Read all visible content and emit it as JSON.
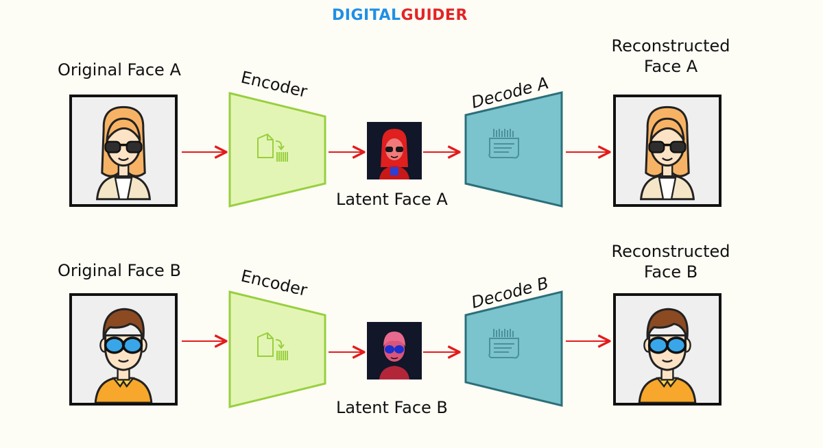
{
  "logo": {
    "part1": "DIGITAL",
    "part2": "GUIDER"
  },
  "rows": [
    {
      "original_label": "Original Face A",
      "encoder_label": "Encoder",
      "latent_label": "Latent Face A",
      "decoder_label": "Decode A",
      "reconstructed_label_line1": "Reconstructed",
      "reconstructed_label_line2": "Face A"
    },
    {
      "original_label": "Original Face B",
      "encoder_label": "Encoder",
      "latent_label": "Latent Face B",
      "decoder_label": "Decode B",
      "reconstructed_label_line1": "Reconstructed",
      "reconstructed_label_line2": "Face B"
    }
  ],
  "colors": {
    "encoder_fill": "#e3f5b4",
    "encoder_stroke": "#98cf3f",
    "decoder_fill": "#7bc3cd",
    "decoder_stroke": "#2c6f7a",
    "arrow": "#e31b1b"
  }
}
